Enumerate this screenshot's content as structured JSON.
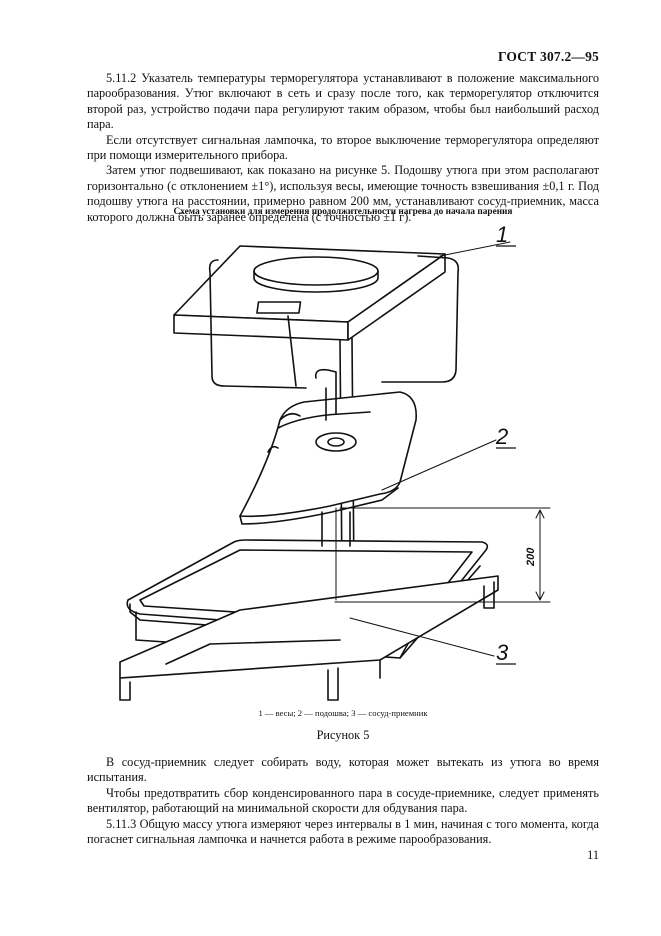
{
  "header": {
    "standard_code": "ГОСТ 307.2—95"
  },
  "paragraphs_top": [
    "5.11.2 Указатель температуры терморегулятора устанавливают в положение максимального парообразования. Утюг включают в сеть и сразу после того, как терморегулятор отключится второй раз, устройство подачи пара регулируют таким образом, чтобы был наибольший расход пара.",
    "Если отсутствует сигнальная лампочка, то второе выключение терморегулятора определяют при помощи измерительного прибора.",
    "Затем утюг подвешивают, как показано на рисунке 5. Подошву утюга при этом располагают горизонтально (с отклонением ±1°), используя весы, имеющие точность взвешивания ±0,1 г. Под подошву утюга на расстоянии, примерно равном 200 мм, устанавливают сосуд-приемник, масса которого должна быть заранее определена (с точностью ±1 г)."
  ],
  "figure": {
    "title": "Схема установки для измерения продолжительности нагрева до начала парения",
    "callouts": [
      "1",
      "2",
      "3"
    ],
    "dimension_label": "200",
    "legend": "1 — весы; 2 — подошва; 3 — сосуд-приемник",
    "number": "Рисунок 5"
  },
  "paragraphs_bottom": [
    "В сосуд-приемник следует собирать воду, которая может вытекать из утюга во время испытания.",
    "Чтобы предотвратить сбор конденсированного пара в сосуде-приемнике, следует применять вентилятор, работающий на минимальной скорости для обдувания пара.",
    "5.11.3 Общую массу утюга измеряют через интервалы в 1 мин, начиная с того момента, когда погаснет сигнальная лампочка и начнется работа в режиме парообразования."
  ],
  "page_number": "11"
}
